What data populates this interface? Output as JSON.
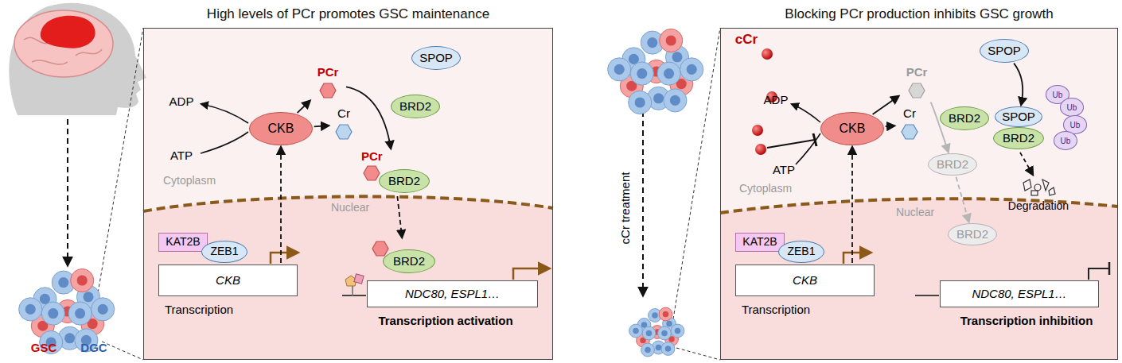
{
  "diagram": {
    "nodes": [
      {
        "text": [
          "High levels of PCr promotes GSC maintenance"
        ]
      },
      {
        "text": [
          "SPOP"
        ],
        "in": 0
      },
      {
        "text": [
          "CKB"
        ],
        "in": 0
      },
      {
        "text": [
          "PCr"
        ],
        "in": 0
      },
      {
        "text": [
          "Cr"
        ],
        "in": 0
      },
      {
        "text": [
          "BRD2"
        ],
        "in": 0
      },
      {
        "text": [
          "PCr",
          "BRD2"
        ],
        "in": 0
      },
      {
        "text": [
          "BRD2"
        ],
        "in": 0
      },
      {
        "text": [
          "KAT2B"
        ],
        "in": 0
      },
      {
        "text": [
          "ZEB1"
        ],
        "in": 0
      },
      {
        "text": [
          "CKB"
        ],
        "in": 0
      },
      {
        "text": [
          "NDC80, ESPL1…"
        ],
        "in": 0
      },
      {
        "text": [
          "Blocking PCr production inhibits GSC growth"
        ]
      },
      {
        "text": [
          "SPOP"
        ],
        "in": 12
      },
      {
        "text": [
          "CKB"
        ],
        "in": 12
      },
      {
        "text": [
          "PCr"
        ],
        "in": 12
      },
      {
        "text": [
          "Cr"
        ],
        "in": 12
      },
      {
        "text": [
          "BRD2"
        ],
        "in": 12
      },
      {
        "text": [
          "SPOP"
        ],
        "in": 12
      },
      {
        "text": [
          "BRD2"
        ],
        "in": 12
      },
      {
        "text": [
          "BRD2"
        ],
        "in": 12
      },
      {
        "text": [
          "BRD2"
        ],
        "in": 12
      },
      {
        "text": [
          "KAT2B"
        ],
        "in": 12
      },
      {
        "text": [
          "ZEB1"
        ],
        "in": 12
      },
      {
        "text": [
          "CKB"
        ],
        "in": 12
      },
      {
        "text": [
          "NDC80, ESPL1…"
        ],
        "in": 12
      },
      {
        "text": [
          "Ub"
        ],
        "in": 12
      },
      {
        "text": [
          "Ub"
        ],
        "in": 12
      },
      {
        "text": [
          "Ub"
        ],
        "in": 12
      },
      {
        "text": [
          "Ub"
        ],
        "in": 12
      }
    ],
    "edges": [
      {
        "from": 10,
        "to": 2,
        "arrow": "to"
      },
      {
        "from": 2,
        "to": 3,
        "arrow": "to"
      },
      {
        "from": 2,
        "to": 4,
        "arrow": "to"
      },
      {
        "from": 3,
        "to": 6,
        "arrow": "to"
      },
      {
        "from": 6,
        "to": 7,
        "arrow": "to"
      },
      {
        "from": 24,
        "to": 14,
        "arrow": "to"
      },
      {
        "from": 14,
        "to": 15,
        "arrow": "to"
      },
      {
        "from": 14,
        "to": 16,
        "arrow": "to"
      },
      {
        "from": 15,
        "to": 20,
        "arrow": "to"
      },
      {
        "from": 20,
        "to": 21,
        "arrow": "to"
      },
      {
        "from": 13,
        "to": 18,
        "arrow": "to"
      }
    ],
    "labels": [
      "GSC",
      "DGC",
      "ADP",
      "ATP",
      "Cytoplasm",
      "Nuclear",
      "Transcription",
      "Transcription activation",
      "cCr treatment",
      "cCr",
      "ADP",
      "ATP",
      "Cytoplasm",
      "Nuclear",
      "Transcription",
      "Transcription inhibition",
      "Degradation"
    ]
  }
}
